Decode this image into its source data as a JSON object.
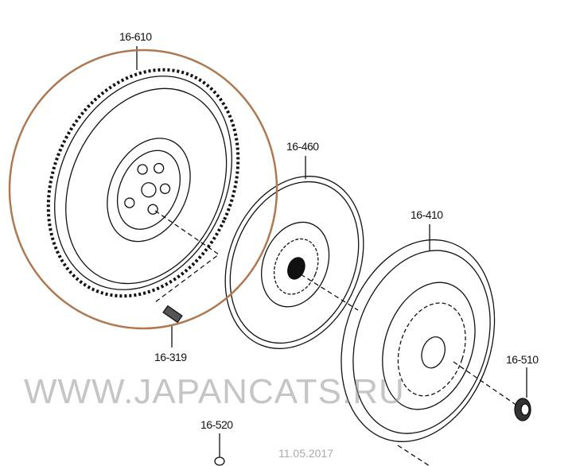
{
  "parts": [
    {
      "id": "flywheel",
      "label": "16-610"
    },
    {
      "id": "clutch-disc",
      "label": "16-460"
    },
    {
      "id": "pressure-plate",
      "label": "16-410"
    },
    {
      "id": "bolt",
      "label": "16-319"
    },
    {
      "id": "release-bearing",
      "label": "16-510"
    },
    {
      "id": "pilot-part",
      "label": "16-520"
    }
  ],
  "highlight_color": "#b07850",
  "watermark": "WWW.JAPANCATS.RU",
  "date": "11.05.2017"
}
